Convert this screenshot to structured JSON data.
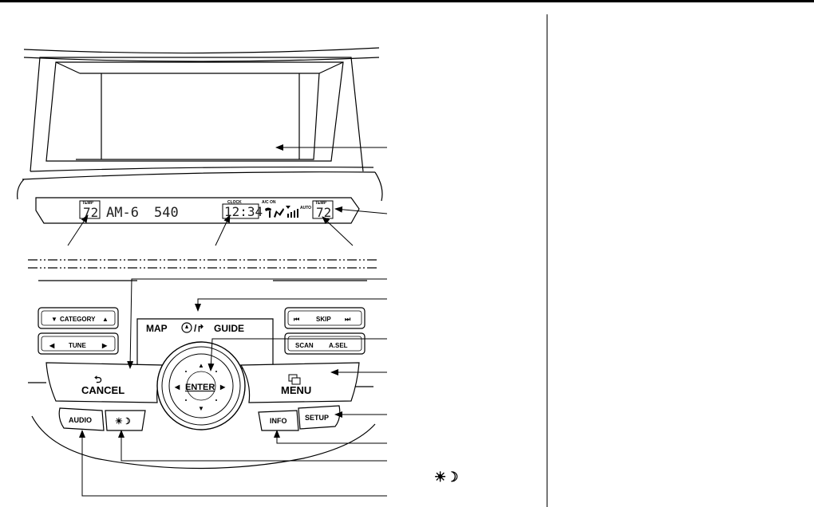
{
  "display": {
    "temp_label": "TEMP",
    "temp_left": "72",
    "band": "AM-6",
    "frequency": "540",
    "clock_label": "CLOCK",
    "clock": "12:34",
    "ac_label": "A/C ON",
    "auto_label": "AUTO",
    "temp_right": "72"
  },
  "buttons": {
    "category": "CATEGORY",
    "tune": "TUNE",
    "map": "MAP",
    "guide": "GUIDE",
    "skip": "SKIP",
    "scan": "SCAN",
    "asel": "A.SEL",
    "cancel": "CANCEL",
    "enter": "ENTER",
    "menu": "MENU",
    "audio": "AUDIO",
    "info": "INFO",
    "setup": "SETUP"
  },
  "icons": {
    "brightness_symbol": "☀☽"
  }
}
